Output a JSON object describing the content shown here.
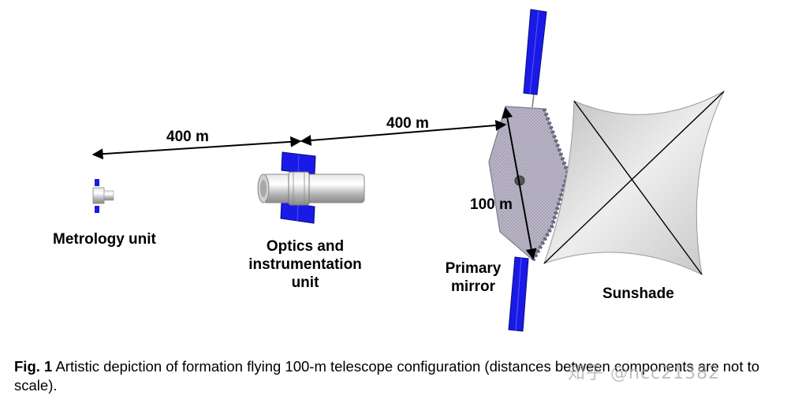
{
  "figure": {
    "labels": {
      "metrology": "Metrology unit",
      "optics_line1": "Optics and",
      "optics_line2": "instrumentation",
      "optics_line3": "unit",
      "primary_line1": "Primary",
      "primary_line2": "mirror",
      "sunshade": "Sunshade"
    },
    "distances": {
      "metrology_to_optics": "400 m",
      "optics_to_mirror": "400 m",
      "mirror_diameter": "100 m"
    },
    "colors": {
      "solar_panel": "#1a1ae6",
      "cylinder": "#c8c8c8",
      "mirror": "#b8b4c4",
      "sunshade": "#d9d9d9"
    }
  },
  "caption": {
    "label": "Fig. 1",
    "text": "Artistic depiction of formation flying 100-m telescope configuration (distances between components are not to scale)."
  },
  "watermark": "知乎 @ncc21382"
}
